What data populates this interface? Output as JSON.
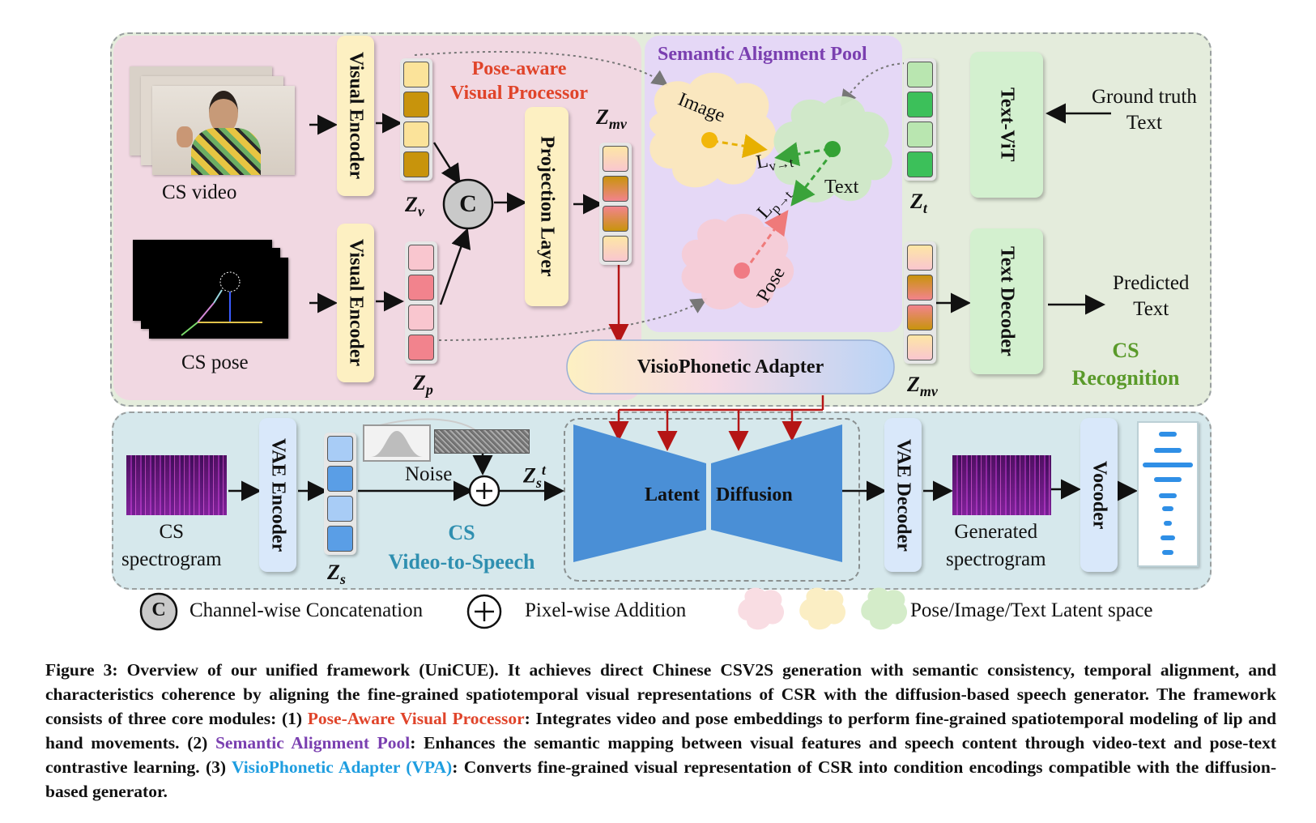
{
  "diagram": {
    "panels": {
      "pose_aware_title_line1": "Pose-aware",
      "pose_aware_title_line2": "Visual Processor",
      "semantic_pool_title": "Semantic Alignment Pool",
      "cs_recognition_line1": "CS",
      "cs_recognition_line2": "Recognition",
      "cs_v2s_line1": "CS",
      "cs_v2s_line2": "Video-to-Speech"
    },
    "inputs": {
      "cs_video": "CS video",
      "cs_pose": "CS pose",
      "ground_truth_line1": "Ground truth",
      "ground_truth_line2": "Text",
      "predicted_line1": "Predicted",
      "predicted_line2": "Text",
      "cs_spectrogram_line1": "CS",
      "cs_spectrogram_line2": "spectrogram",
      "generated_line1": "Generated",
      "generated_line2": "spectrogram",
      "noise": "Noise"
    },
    "modules": {
      "visual_encoder_top": "Visual Encoder",
      "visual_encoder_bottom": "Visual Encoder",
      "projection_layer": "Projection Layer",
      "text_vit": "Text-ViT",
      "text_decoder": "Text Decoder",
      "visiophonetic_adapter": "VisioPhonetic Adapter",
      "vae_encoder": "VAE Encoder",
      "vae_decoder": "VAE Decoder",
      "vocoder": "Vocoder",
      "latent": "Latent",
      "diffusion": "Diffusion",
      "concat_symbol": "C"
    },
    "latents": {
      "z_v": "Z",
      "z_v_sub": "v",
      "z_p": "Z",
      "z_p_sub": "p",
      "z_mv": "Z",
      "z_mv_sub": "mv",
      "z_t": "Z",
      "z_t_sub": "t",
      "z_mv2": "Z",
      "z_mv2_sub": "mv",
      "z_s": "Z",
      "z_s_sub": "s",
      "z_st": "Z",
      "z_st_sub": "s",
      "z_st_sup": "t"
    },
    "clouds": {
      "image": "Image",
      "text": "Text",
      "pose": "Pose",
      "l_vt": "L",
      "l_vt_sub": "v→t",
      "l_pt": "L",
      "l_pt_sub": "p→t"
    },
    "legend": {
      "concat": "Channel-wise Concatenation",
      "concat_symbol": "C",
      "addition": "Pixel-wise Addition",
      "latent_space": "Pose/Image/Text Latent space"
    },
    "colors": {
      "pink_panel": "#f1d9e2",
      "purple_panel": "#e6d9f7",
      "green_panel": "#e3ecdb",
      "blue_panel": "#d6e8ec",
      "module_yellow": "#fdf0c2",
      "module_green": "#d3f0cf",
      "module_blue": "#d9e8fa",
      "diffusion_blue": "#4a8fd6"
    }
  },
  "caption": {
    "part1": "Figure 3: Overview of our unified framework (UniCUE). It achieves direct Chinese CSV2S generation with semantic consistency, temporal alignment, and characteristics coherence by aligning the fine-grained spatiotemporal visual representations of CSR with the diffusion-based speech generator. The framework consists of three core modules: (1) ",
    "pvp": "Pose-Aware Visual Processor",
    "part2": ": Integrates video and pose embeddings to perform fine-grained spatiotemporal modeling of lip and hand movements. (2) ",
    "sap": "Semantic Alignment Pool",
    "part3": ": Enhances the semantic mapping between visual features and speech content through video-text and pose-text contrastive learning. (3) ",
    "vpa": "VisioPhonetic Adapter (VPA)",
    "part4": ": Converts fine-grained visual representation of CSR into condition encodings compatible with the diffusion-based generator."
  }
}
